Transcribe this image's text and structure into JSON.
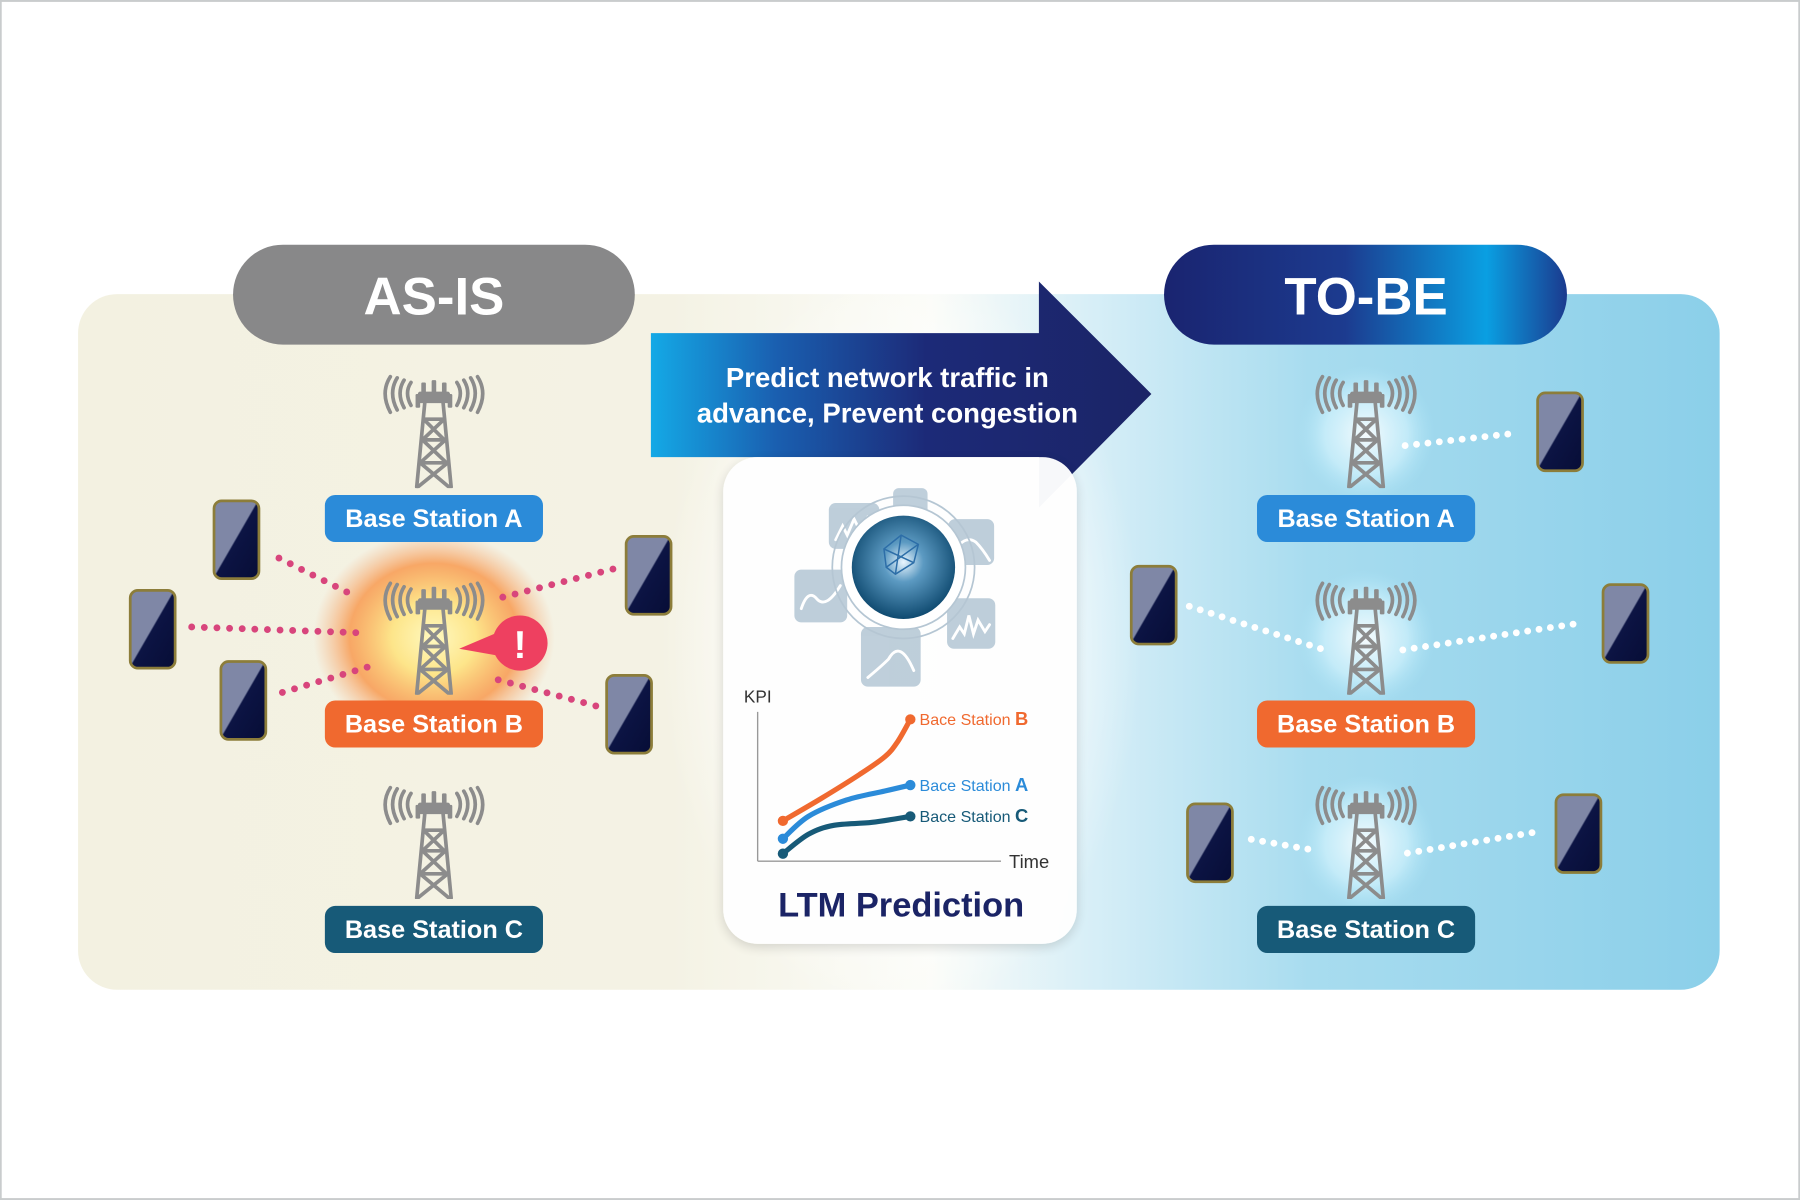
{
  "as_is": {
    "title": "AS-IS"
  },
  "to_be": {
    "title": "TO-BE"
  },
  "arrow": {
    "line1": "Predict network traffic in",
    "line2": "advance, Prevent congestion"
  },
  "stations": {
    "a": "Base Station A",
    "b": "Base Station B",
    "c": "Base Station C"
  },
  "warning": {
    "symbol": "!"
  },
  "card": {
    "title": "LTM Prediction"
  },
  "colors": {
    "station_a": "#2b8bd9",
    "station_b": "#f0692f",
    "station_c": "#175a78",
    "warning": "#ee4060",
    "navy": "#1b2466"
  },
  "chart_data": {
    "type": "line",
    "title": "LTM Prediction",
    "xlabel": "Time",
    "ylabel": "KPI",
    "xlim": [
      0,
      10
    ],
    "ylim": [
      0,
      10
    ],
    "grid": false,
    "series": [
      {
        "name": "Bace Station",
        "suffix": "B",
        "color": "#f0692f",
        "x": [
          0,
          3,
          6,
          8,
          9,
          10
        ],
        "y": [
          2.7,
          4.2,
          5.8,
          7.0,
          8.0,
          9.5
        ]
      },
      {
        "name": "Bace Station",
        "suffix": "A",
        "color": "#2b8bd9",
        "x": [
          0,
          2,
          5,
          8,
          10
        ],
        "y": [
          1.5,
          3.0,
          4.1,
          4.7,
          5.1
        ]
      },
      {
        "name": "Bace Station",
        "suffix": "C",
        "color": "#175a78",
        "x": [
          0,
          2,
          4,
          7,
          10
        ],
        "y": [
          0.5,
          1.8,
          2.4,
          2.6,
          3.0
        ]
      }
    ]
  }
}
